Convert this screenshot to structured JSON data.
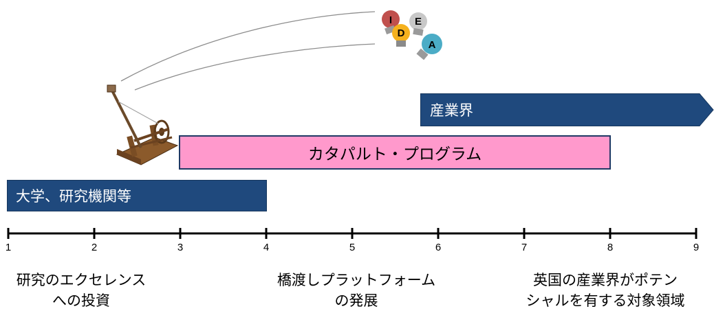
{
  "bars": {
    "industry": "産業界",
    "catapult": "カタパルト・プログラム",
    "university": "大学、研究機関等"
  },
  "axis": {
    "ticks": [
      "1",
      "2",
      "3",
      "4",
      "5",
      "6",
      "7",
      "8",
      "9"
    ]
  },
  "captions": {
    "left_line1": "研究のエクセレンス",
    "left_line2": "への投資",
    "middle_line1": "橋渡しプラットフォーム",
    "middle_line2": "の発展",
    "right_line1": "英国の産業界がポテン",
    "right_line2": "シャルを有する対象領域"
  },
  "idea_letters": [
    "I",
    "D",
    "E",
    "A"
  ],
  "colors": {
    "navy": "#1f497d",
    "pink": "#ff99cc",
    "bulb_red": "#c0504d",
    "bulb_orange": "#f5b11e",
    "bulb_gray": "#bfbfbf",
    "bulb_teal": "#4bacc6"
  }
}
